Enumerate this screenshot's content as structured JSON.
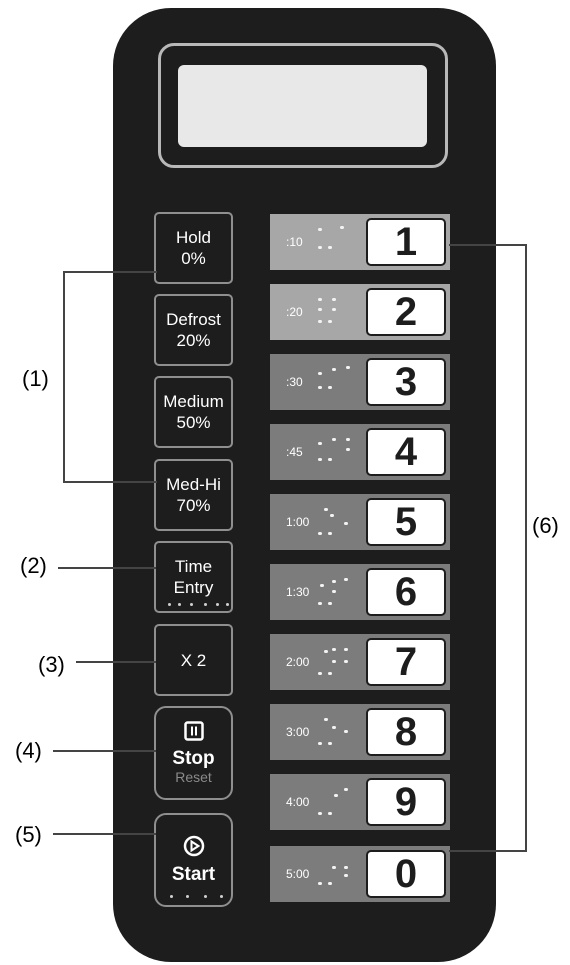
{
  "control_panel": {
    "function_buttons": [
      {
        "line1": "Hold",
        "line2": "0%"
      },
      {
        "line1": "Defrost",
        "line2": "20%"
      },
      {
        "line1": "Medium",
        "line2": "50%"
      },
      {
        "line1": "Med-Hi",
        "line2": "70%"
      },
      {
        "line1": "Time",
        "line2": "Entry"
      },
      {
        "line1": "X 2",
        "line2": ""
      },
      {
        "icon": "pause-icon",
        "line1": "Stop",
        "line2": "Reset"
      },
      {
        "icon": "play-icon",
        "line1": "Start",
        "line2": ""
      }
    ],
    "number_keys": [
      {
        "time": ":10",
        "digit": "1"
      },
      {
        "time": ":20",
        "digit": "2"
      },
      {
        "time": ":30",
        "digit": "3"
      },
      {
        "time": ":45",
        "digit": "4"
      },
      {
        "time": "1:00",
        "digit": "5"
      },
      {
        "time": "1:30",
        "digit": "6"
      },
      {
        "time": "2:00",
        "digit": "7"
      },
      {
        "time": "3:00",
        "digit": "8"
      },
      {
        "time": "4:00",
        "digit": "9"
      },
      {
        "time": "5:00",
        "digit": "0"
      }
    ]
  },
  "callouts": [
    "(1)",
    "(2)",
    "(3)",
    "(4)",
    "(5)",
    "(6)"
  ],
  "colors": {
    "panel": "#1d1d1d",
    "key_light": "#a7a7a7",
    "key_dark": "#7c7c7c",
    "screen": "#e8e8e8"
  }
}
